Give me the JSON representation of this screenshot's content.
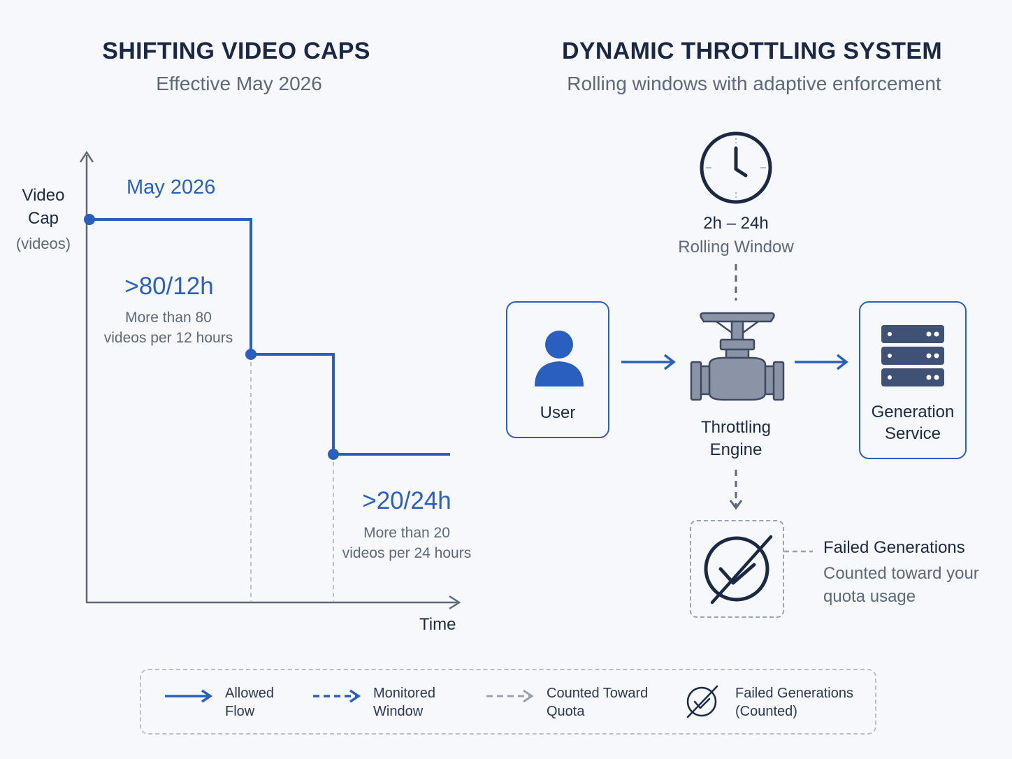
{
  "left_panel": {
    "title": "SHIFTING VIDEO CAPS",
    "subtitle": "Effective May 2026",
    "y_axis_label_1": "Video",
    "y_axis_label_2": "Cap",
    "y_axis_unit": "(videos)",
    "x_axis_label": "Time",
    "period_label": "May 2026",
    "cap_high": {
      "value": ">80/12h",
      "line1": "More than 80",
      "line2": "videos per 12 hours"
    },
    "cap_low": {
      "value": ">20/24h",
      "line1": "More than 20",
      "line2": "videos per 24 hours"
    }
  },
  "right_panel": {
    "title": "DYNAMIC THROTTLING SYSTEM",
    "subtitle": "Rolling windows with adaptive enforcement",
    "window_range": "2h – 24h",
    "window_label": "Rolling Window",
    "user_label": "User",
    "engine_line1": "Throttling",
    "engine_line2": "Engine",
    "service_line1": "Generation",
    "service_line2": "Service",
    "failed_title": "Failed Generations",
    "failed_line1": "Counted toward your",
    "failed_line2": "quota usage"
  },
  "legend": {
    "allowed_flow": "Allowed\nFlow",
    "monitored_window": "Monitored\nWindow",
    "counted_quota": "Counted Toward\nQuota",
    "failed_counted": "Failed Generations\n(Counted)"
  },
  "colors": {
    "accent": "#2a5fbf",
    "dark": "#1b2a44",
    "muted": "#5d6879",
    "icon_gray": "#8a94a6"
  }
}
